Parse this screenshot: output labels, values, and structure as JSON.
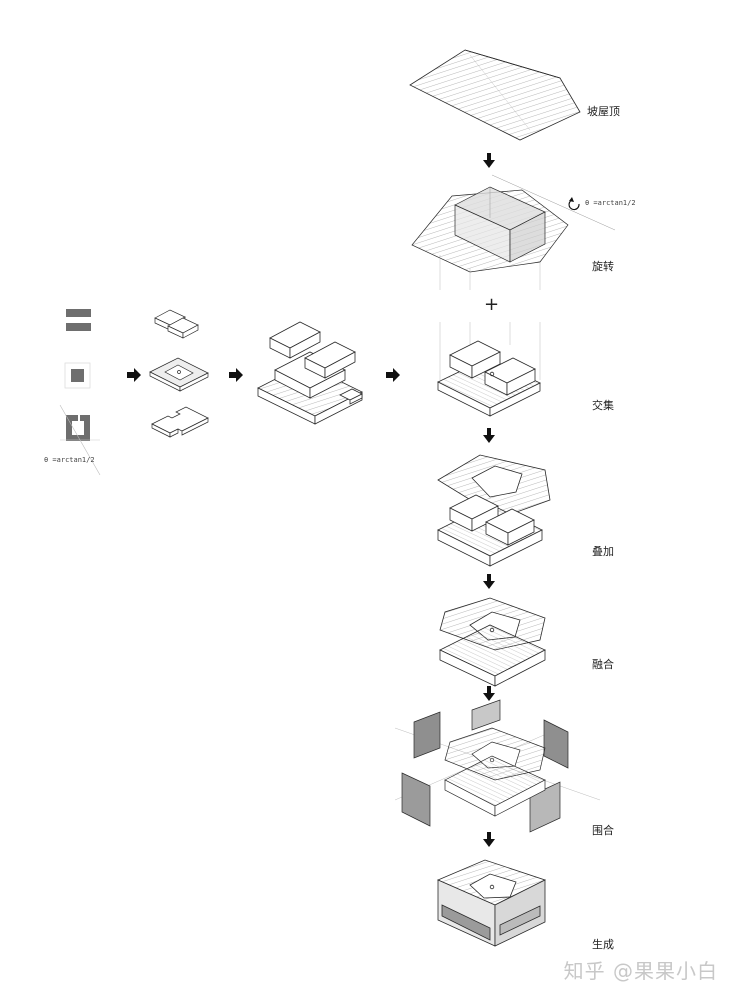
{
  "steps": [
    {
      "id": "sloped-roof",
      "label": "坡屋顶"
    },
    {
      "id": "rotation",
      "label": "旋转"
    },
    {
      "id": "intersection",
      "label": "交集"
    },
    {
      "id": "overlay",
      "label": "叠加"
    },
    {
      "id": "fusion",
      "label": "融合"
    },
    {
      "id": "enclosure",
      "label": "围合"
    },
    {
      "id": "generation",
      "label": "生成"
    }
  ],
  "formulas": {
    "rotation_angle": "θ =arctan1/2",
    "left_angle": "θ =arctan1/2"
  },
  "symbols": {
    "plus": "+"
  },
  "watermark": "知乎 @果果小白",
  "colors": {
    "line": "#2a2a2a",
    "hatch": "#9a9a9a",
    "fill_dark": "#6e6e6e",
    "fill_mid": "#9b9b9b",
    "fill_light": "#d4d4d4",
    "arrow": "#111111"
  }
}
